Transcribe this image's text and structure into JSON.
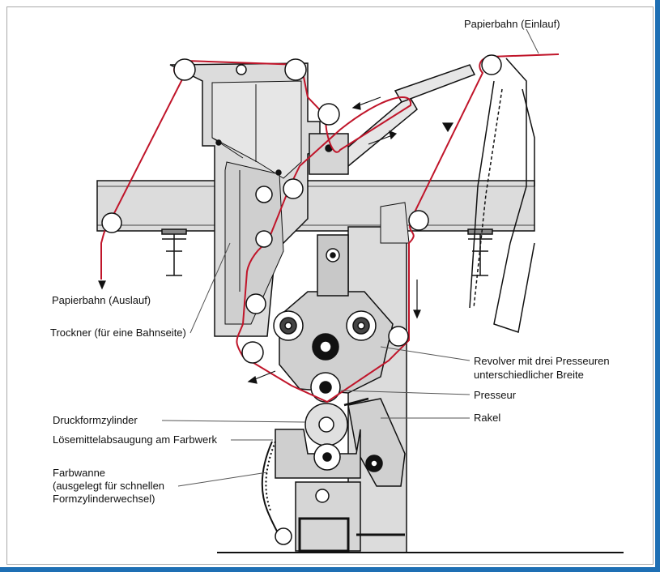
{
  "colors": {
    "frame_border": "#1e6fb4",
    "paper_web": "#c0152a",
    "machine_fill": "#dcdcdc",
    "line": "#111111"
  },
  "labels": {
    "paper_in": "Papierbahn (Einlauf)",
    "paper_out": "Papierbahn (Auslauf)",
    "dryer": "Trockner (für eine Bahnseite)",
    "revolver_line1": "Revolver mit drei Presseuren",
    "revolver_line2": "unterschiedlicher Breite",
    "impression": "Presseur",
    "form_cylinder": "Druckformzylinder",
    "doctor": "Rakel",
    "solvent": "Lösemittelabsaugung am Farbwerk",
    "ink_tray_line1": "Farbwanne",
    "ink_tray_line2": "(ausgelegt für schnellen",
    "ink_tray_line3": "Formzylinderwechsel)"
  }
}
